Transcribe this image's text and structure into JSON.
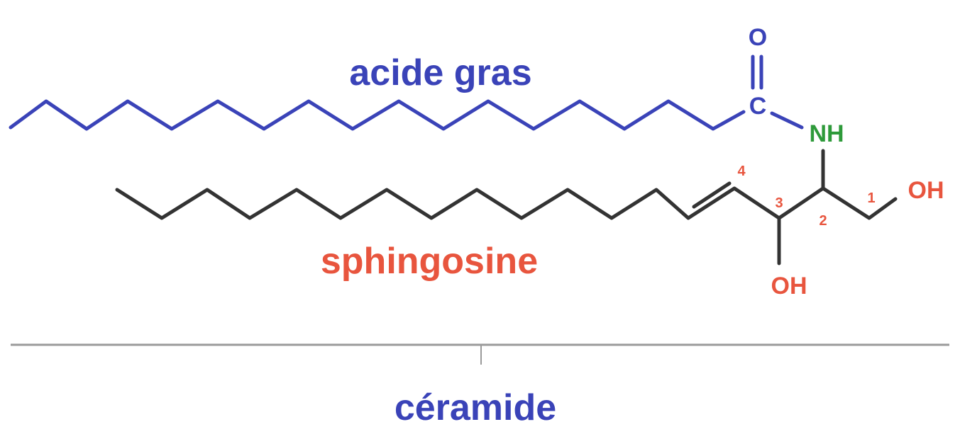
{
  "labels": {
    "fatty_acid": "acide gras",
    "sphingosine": "sphingosine",
    "ceramide": "céramide"
  },
  "atoms": {
    "oxygen": "O",
    "carbon": "C",
    "nh": "NH",
    "oh_terminal": "OH",
    "oh_c3": "OH"
  },
  "carbon_numbers": {
    "c1": "1",
    "c2": "2",
    "c3": "3",
    "c4": "4"
  },
  "colors": {
    "fatty_acid": "#3a43b8",
    "sphingosine": "#e8553e",
    "amine": "#2e9a3a",
    "skeleton": "#333333",
    "divider": "#9a9a9a"
  }
}
